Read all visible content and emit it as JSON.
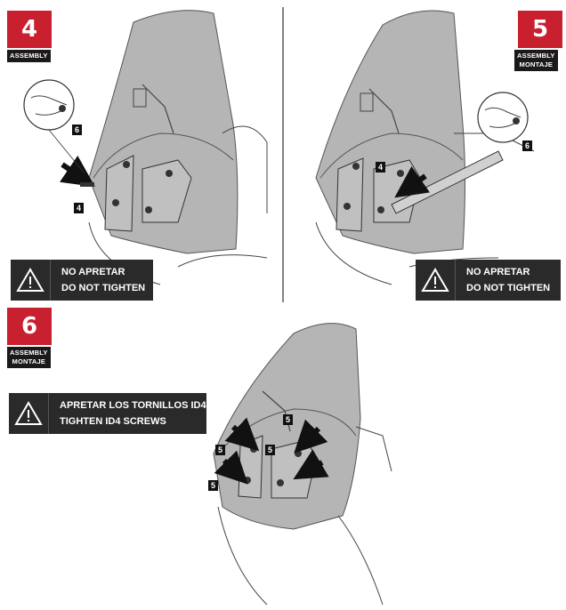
{
  "steps": [
    {
      "number": "4",
      "tag": [
        "ASSEMBLY"
      ],
      "warning": [
        "NO APRETAR",
        "DO NOT TIGHTEN"
      ],
      "callouts": [
        "6",
        "4"
      ]
    },
    {
      "number": "5",
      "tag": [
        "ASSEMBLY",
        "MONTAJE"
      ],
      "warning": [
        "NO APRETAR",
        "DO NOT TIGHTEN"
      ],
      "callouts": [
        "6",
        "4"
      ]
    },
    {
      "number": "6",
      "tag": [
        "ASSEMBLY",
        "MONTAJE"
      ],
      "warning": [
        "APRETAR LOS TORNILLOS ID4",
        "TIGHTEN ID4 SCREWS"
      ],
      "callouts": [
        "5",
        "5",
        "5",
        "5"
      ]
    }
  ],
  "icons": {
    "warning": "warning-triangle-icon",
    "arrow": "arrow-icon"
  },
  "colors": {
    "step_accent": "#c8202f",
    "label_bg": "#1a1a1a",
    "warning_bg": "#2a2a2a",
    "screen_tint": "#a9a9a9"
  }
}
